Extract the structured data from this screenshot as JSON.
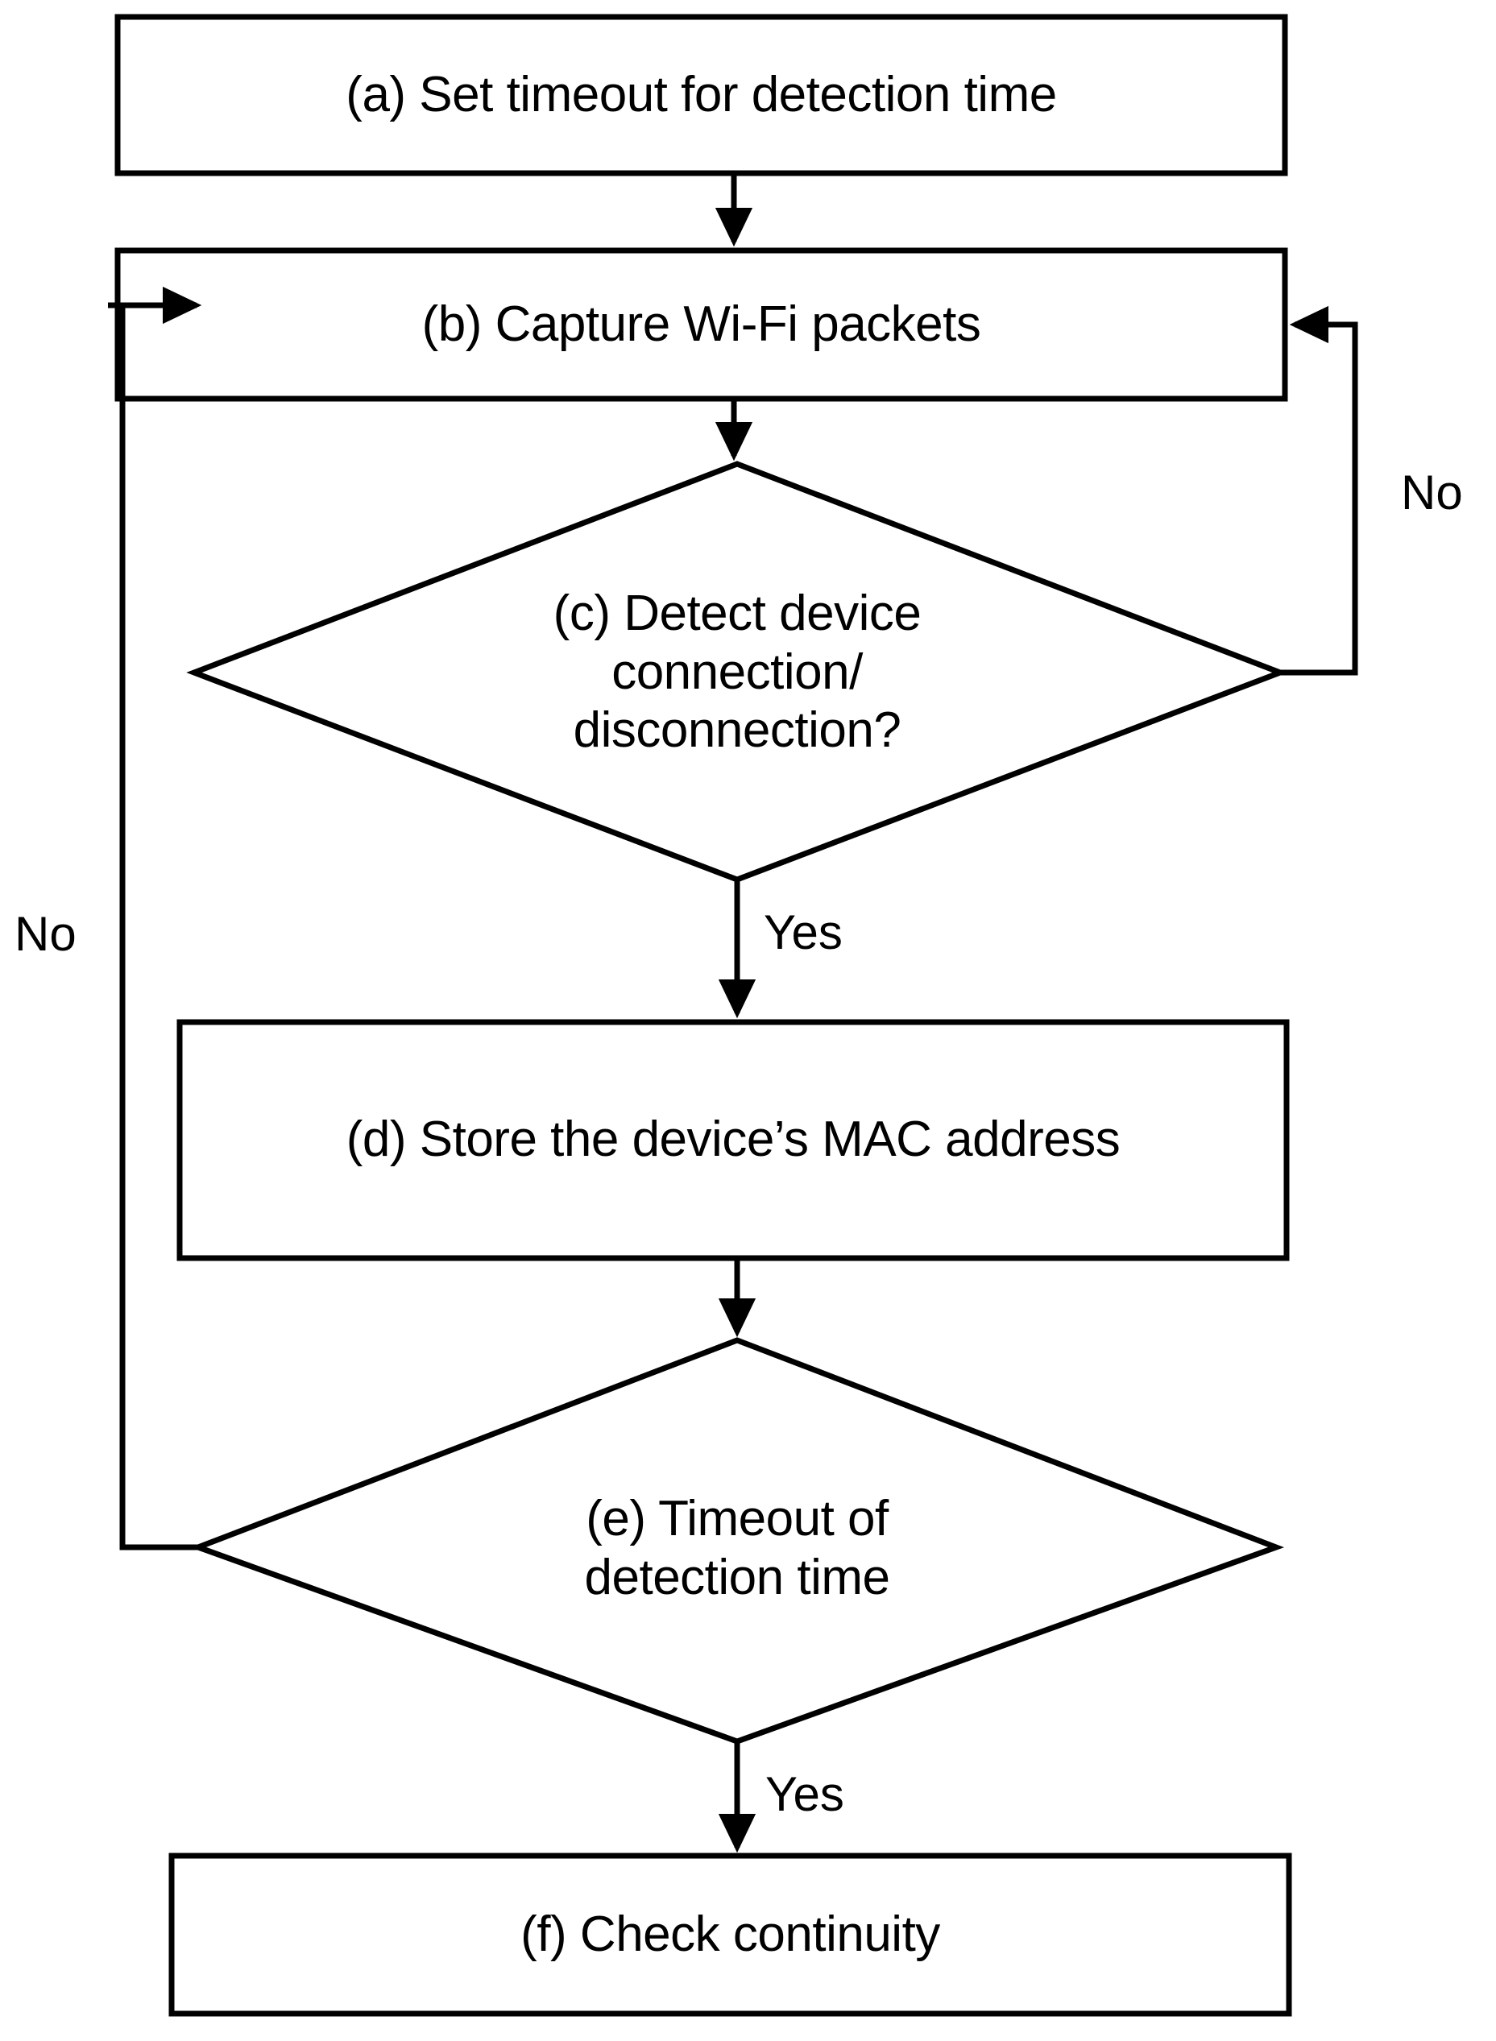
{
  "diagram": {
    "type": "flowchart",
    "title": "Wi-Fi device detection flowchart",
    "background_color": "#ffffff",
    "stroke_color": "#000000",
    "text_color": "#000000",
    "nodes": [
      {
        "id": "a",
        "shape": "process",
        "label": "(a) Set timeout for detection time"
      },
      {
        "id": "b",
        "shape": "process",
        "label": "(b) Capture Wi-Fi packets"
      },
      {
        "id": "c",
        "shape": "decision",
        "label": "(c) Detect device\nconnection/\ndisconnection?"
      },
      {
        "id": "d",
        "shape": "process",
        "label": "(d) Store the device’s MAC address"
      },
      {
        "id": "e",
        "shape": "decision",
        "label": "(e) Timeout of\ndetection time"
      },
      {
        "id": "f",
        "shape": "process",
        "label": "(f) Check continuity"
      }
    ],
    "edges": [
      {
        "id": "a-b",
        "from": "a",
        "to": "b",
        "label": ""
      },
      {
        "id": "b-c",
        "from": "b",
        "to": "c",
        "label": ""
      },
      {
        "id": "c-b",
        "from": "c",
        "to": "b",
        "label": "No"
      },
      {
        "id": "c-d",
        "from": "c",
        "to": "d",
        "label": "Yes"
      },
      {
        "id": "d-e",
        "from": "d",
        "to": "e",
        "label": ""
      },
      {
        "id": "e-b",
        "from": "e",
        "to": "b",
        "label": "No"
      },
      {
        "id": "e-f",
        "from": "e",
        "to": "f",
        "label": "Yes"
      }
    ],
    "edge_labels": {
      "c_no": "No",
      "c_yes": "Yes",
      "e_no": "No",
      "e_yes": "Yes"
    }
  }
}
